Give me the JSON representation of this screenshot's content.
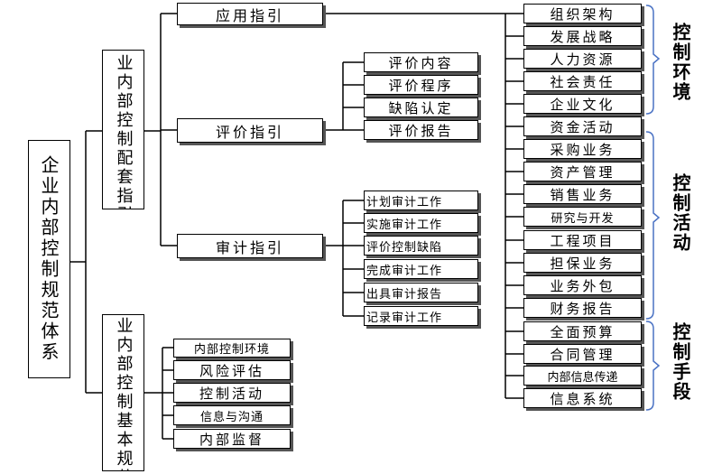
{
  "root": "企业内部控制规范体系",
  "peitao": "企业内部控制配套指引",
  "jiben": "企业内部控制基本规范",
  "yingyong": "应用指引",
  "pingjia": "评价指引",
  "shenji": "审计指引",
  "pingjia_items": [
    "评价内容",
    "评价程序",
    "缺陷认定",
    "评价报告"
  ],
  "shenji_items": [
    "计划审计工作",
    "实施审计工作",
    "评价控制缺陷",
    "完成审计工作",
    "出具审计报告",
    "记录审计工作"
  ],
  "jiben_items": [
    "内部控制环境",
    "风险评估",
    "控制活动",
    "信息与沟通",
    "内部监督"
  ],
  "yingyong_items": [
    "组织架构",
    "发展战略",
    "人力资源",
    "社会责任",
    "企业文化",
    "资金活动",
    "采购业务",
    "资产管理",
    "销售业务",
    "研究与开发",
    "工程项目",
    "担保业务",
    "业务外包",
    "财务报告",
    "全面预算",
    "合同管理",
    "内部信息传递",
    "信息系统"
  ],
  "groups": [
    "控制环境",
    "控制活动",
    "控制手段"
  ]
}
